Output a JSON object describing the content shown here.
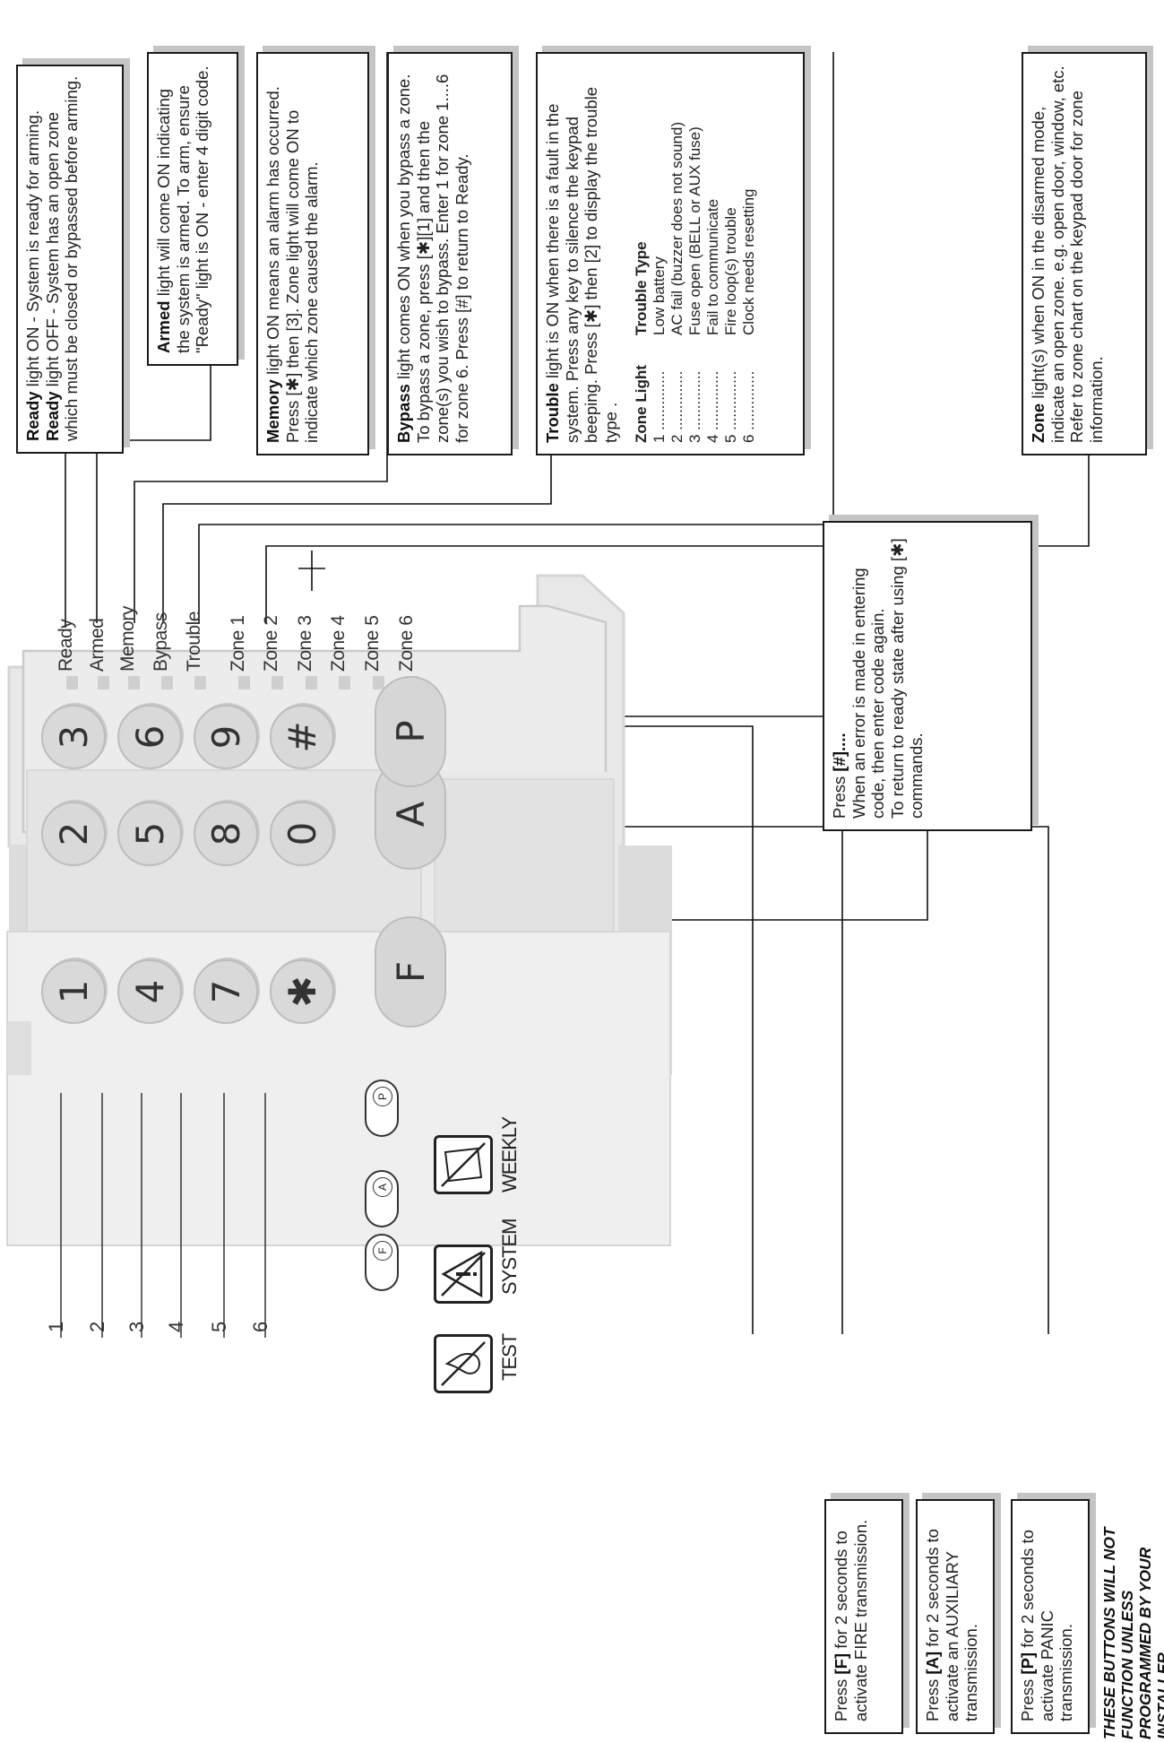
{
  "callouts": {
    "ready": {
      "term": "Ready",
      "on_text": " light ON - System is ready for arming.",
      "off_term": "Ready",
      "off_text": " light OFF - System has an open zone which must be closed or bypassed before arming."
    },
    "armed": {
      "term": "Armed",
      "text": " light will come ON indicating the system is armed. To arm, ensure \"Ready\" light is ON - enter 4 digit code."
    },
    "memory": {
      "term": "Memory",
      "text": " light ON means an alarm has occurred. Press [✱] then [3]. Zone light will come ON to indicate which zone caused the alarm."
    },
    "bypass": {
      "term": "Bypass",
      "text": " light comes ON when you bypass a zone. To bypass a zone, press [✱][1] and then the zone(s) you wish to bypass. Enter 1 for zone 1....6 for zone 6. Press [#] to return to Ready."
    },
    "trouble": {
      "term": "Trouble",
      "text": " light is ON when there is a fault in the system. Press any key to silence the keypad beeping. Press [✱] then [2] to display the trouble type .",
      "col_zone": "Zone Light",
      "col_type": "Trouble Type",
      "rows": [
        {
          "zone": "1 ..............",
          "type": "Low battery"
        },
        {
          "zone": "2 ..............",
          "type": "AC fail (buzzer does not sound)"
        },
        {
          "zone": "3 ..............",
          "type": "Fuse open (BELL or AUX fuse)"
        },
        {
          "zone": "4 ..............",
          "type": "Fail to communicate"
        },
        {
          "zone": "5 ..............",
          "type": "Fire loop(s) trouble"
        },
        {
          "zone": "6 ..............",
          "type": "Clock needs resetting"
        }
      ]
    },
    "zone": {
      "term": "Zone",
      "text": " light(s) when ON in the disarmed mode, indicate an open zone. e.g. open door, window, etc. Refer to zone chart on the keypad door for zone information."
    },
    "hash": {
      "press": "Press ",
      "key": "[#]....",
      "line1": "When an error is made in entering code, then enter code again.",
      "line2": "To return to ready state after using [✱] commands."
    },
    "fire": {
      "press": "Press ",
      "key": "[F]",
      "text": " for 2 seconds to activate FIRE transmission."
    },
    "aux": {
      "press": "Press ",
      "key": "[A]",
      "text": " for 2 seconds to activate an AUXILIARY transmission."
    },
    "panic": {
      "press": "Press ",
      "key": "[P]",
      "text": " for 2 seconds to activate PANIC transmission."
    }
  },
  "warning": "THESE BUTTONS WILL NOT FUNCTION UNLESS PROGRAMMED BY YOUR INSTALLER.",
  "indicators": [
    "Ready",
    "Armed",
    "Memory",
    "Bypass",
    "Trouble"
  ],
  "zones": [
    "Zone  1",
    "Zone  2",
    "Zone  3",
    "Zone  4",
    "Zone  5",
    "Zone  6"
  ],
  "keypad": {
    "rows": [
      [
        "1",
        "2",
        "3"
      ],
      [
        "4",
        "5",
        "6"
      ],
      [
        "7",
        "8",
        "9"
      ],
      [
        "✱",
        "0",
        "#"
      ]
    ],
    "function_keys": [
      "F",
      "A",
      "P"
    ]
  },
  "door": {
    "zone_numbers": [
      "1",
      "2",
      "3",
      "4",
      "5",
      "6"
    ],
    "pill_letters": [
      "F",
      "A",
      "P"
    ],
    "icon_captions": [
      "TEST",
      "SYSTEM",
      "WEEKLY"
    ]
  }
}
